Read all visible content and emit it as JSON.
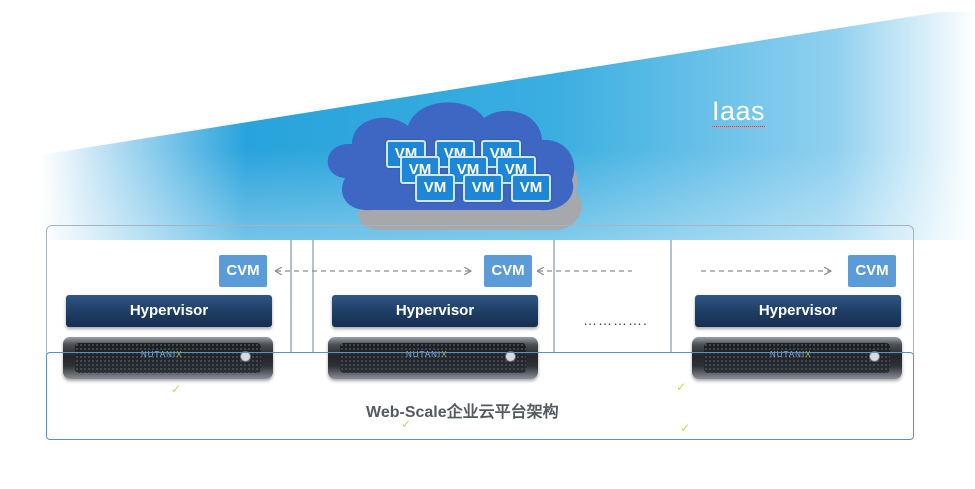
{
  "iaas_label": "Iaas",
  "cloud": {
    "vm_label": "VM"
  },
  "nodes": [
    {
      "cvm_label": "CVM",
      "hypervisor_label": "Hypervisor",
      "server_brand_main": "NUTANI",
      "server_brand_accent": "X"
    },
    {
      "cvm_label": "CVM",
      "hypervisor_label": "Hypervisor",
      "server_brand_main": "NUTANI",
      "server_brand_accent": "X"
    },
    {
      "cvm_label": "CVM",
      "hypervisor_label": "Hypervisor",
      "server_brand_main": "NUTANI",
      "server_brand_accent": "X"
    }
  ],
  "ellipsis": "………….",
  "platform_label": "Web-Scale企业云平台架构",
  "colors": {
    "wedge_light": "#e6f3fb",
    "wedge_mid": "#2aa4dc",
    "cloud_blue": "#3e67c4",
    "cloud_shadow": "#a9a9ad",
    "cvm": "#5a9bd8",
    "hypervisor": "#1f3f66",
    "frame_blue": "#5d8fc4"
  }
}
